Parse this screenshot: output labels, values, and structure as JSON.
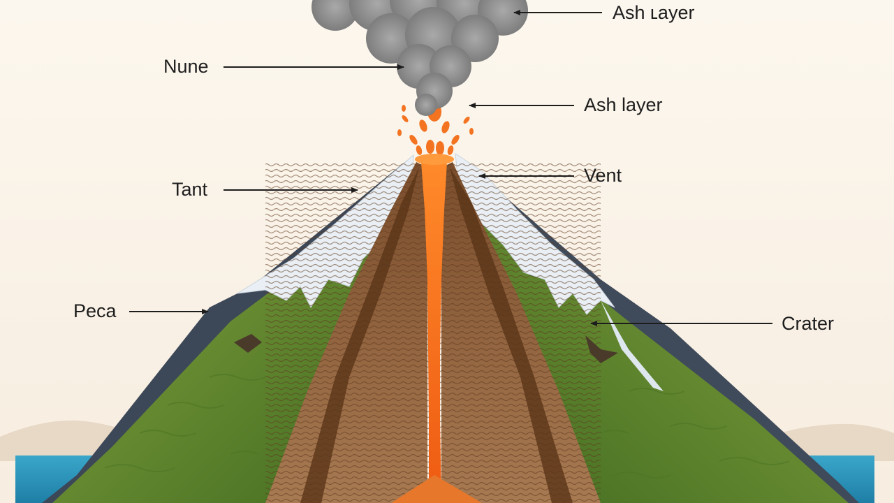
{
  "labels": {
    "ash_layer_top": "Ash ʟayer",
    "nune": "Nune",
    "ash_layer": "Ash layer",
    "tant": "Tant",
    "vent": "Vent",
    "peca": "Peca",
    "crater": "Crater"
  },
  "colors": {
    "background": "#fbf5ea",
    "magma": "#f26a1b",
    "rock_brown": "#8a5a36",
    "slope_green": "#6f8f2e",
    "snow": "#e6edf2",
    "ash_cloud": "#9c9c9c",
    "water": "#2e93b8",
    "arrow": "#1d1d1d"
  }
}
